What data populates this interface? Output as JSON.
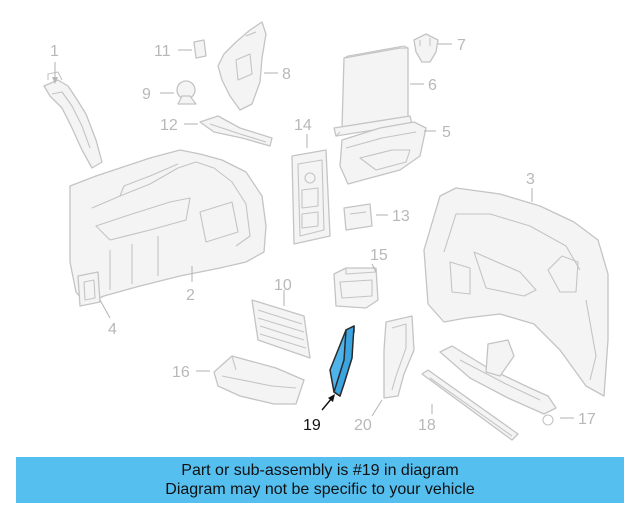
{
  "callouts": {
    "c1": "1",
    "c2": "2",
    "c3": "3",
    "c4": "4",
    "c5": "5",
    "c6": "6",
    "c7": "7",
    "c8": "8",
    "c9": "9",
    "c10": "10",
    "c11": "11",
    "c12": "12",
    "c13": "13",
    "c14": "14",
    "c15": "15",
    "c16": "16",
    "c17": "17",
    "c18": "18",
    "c19": "19",
    "c20": "20"
  },
  "highlight": {
    "part_number": "19",
    "color": "#4fb4ea"
  },
  "banner": {
    "line1": "Part or sub-assembly is #19 in diagram",
    "line2": "Diagram may not be specific to your vehicle",
    "background": "#55bff0"
  }
}
